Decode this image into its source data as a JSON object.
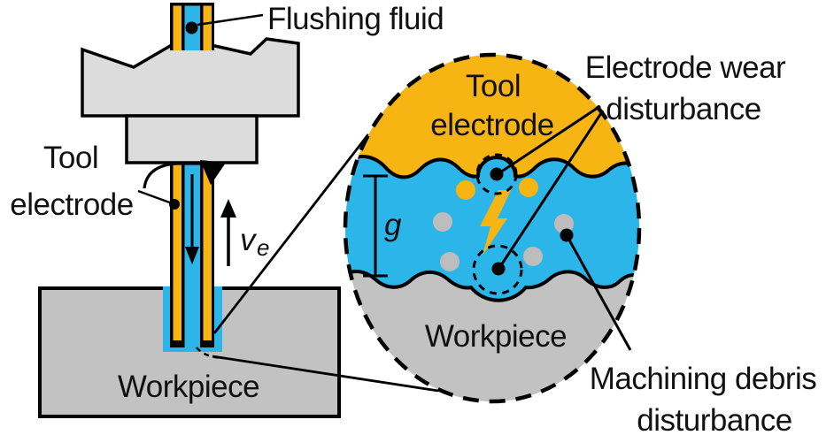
{
  "figure": {
    "title_semantic": "EDM micro-drilling process schematic with magnified discharge-gap view",
    "labels": {
      "flushing_fluid": "Flushing fluid",
      "tool_electrode_line1": "Tool",
      "tool_electrode_line2": "electrode",
      "workpiece_main": "Workpiece",
      "feed_symbol": "v",
      "feed_subscript": "e",
      "zoom_tool_line1": "Tool",
      "zoom_tool_line2": "electrode",
      "zoom_workpiece": "Workpiece",
      "gap_symbol": "g",
      "electrode_wear_line1": "Electrode wear",
      "electrode_wear_line2": "disturbance",
      "machining_debris_line1": "Machining debris",
      "machining_debris_line2": "disturbance"
    },
    "colors": {
      "electrode_yellow": "#F6B513",
      "fluid_blue": "#2BB5E9",
      "workpiece_gray": "#C2C2C2",
      "head_gray": "#DCDCDC",
      "debris_gray": "#BDBDBD",
      "outline_black": "#000000",
      "background": "#FFFFFF"
    },
    "icons": {
      "spark": "lightning-bolt-icon",
      "rotation": "rotation-arrow-icon",
      "flow": "down-arrow-icon",
      "feed": "up-arrow-icon"
    }
  }
}
